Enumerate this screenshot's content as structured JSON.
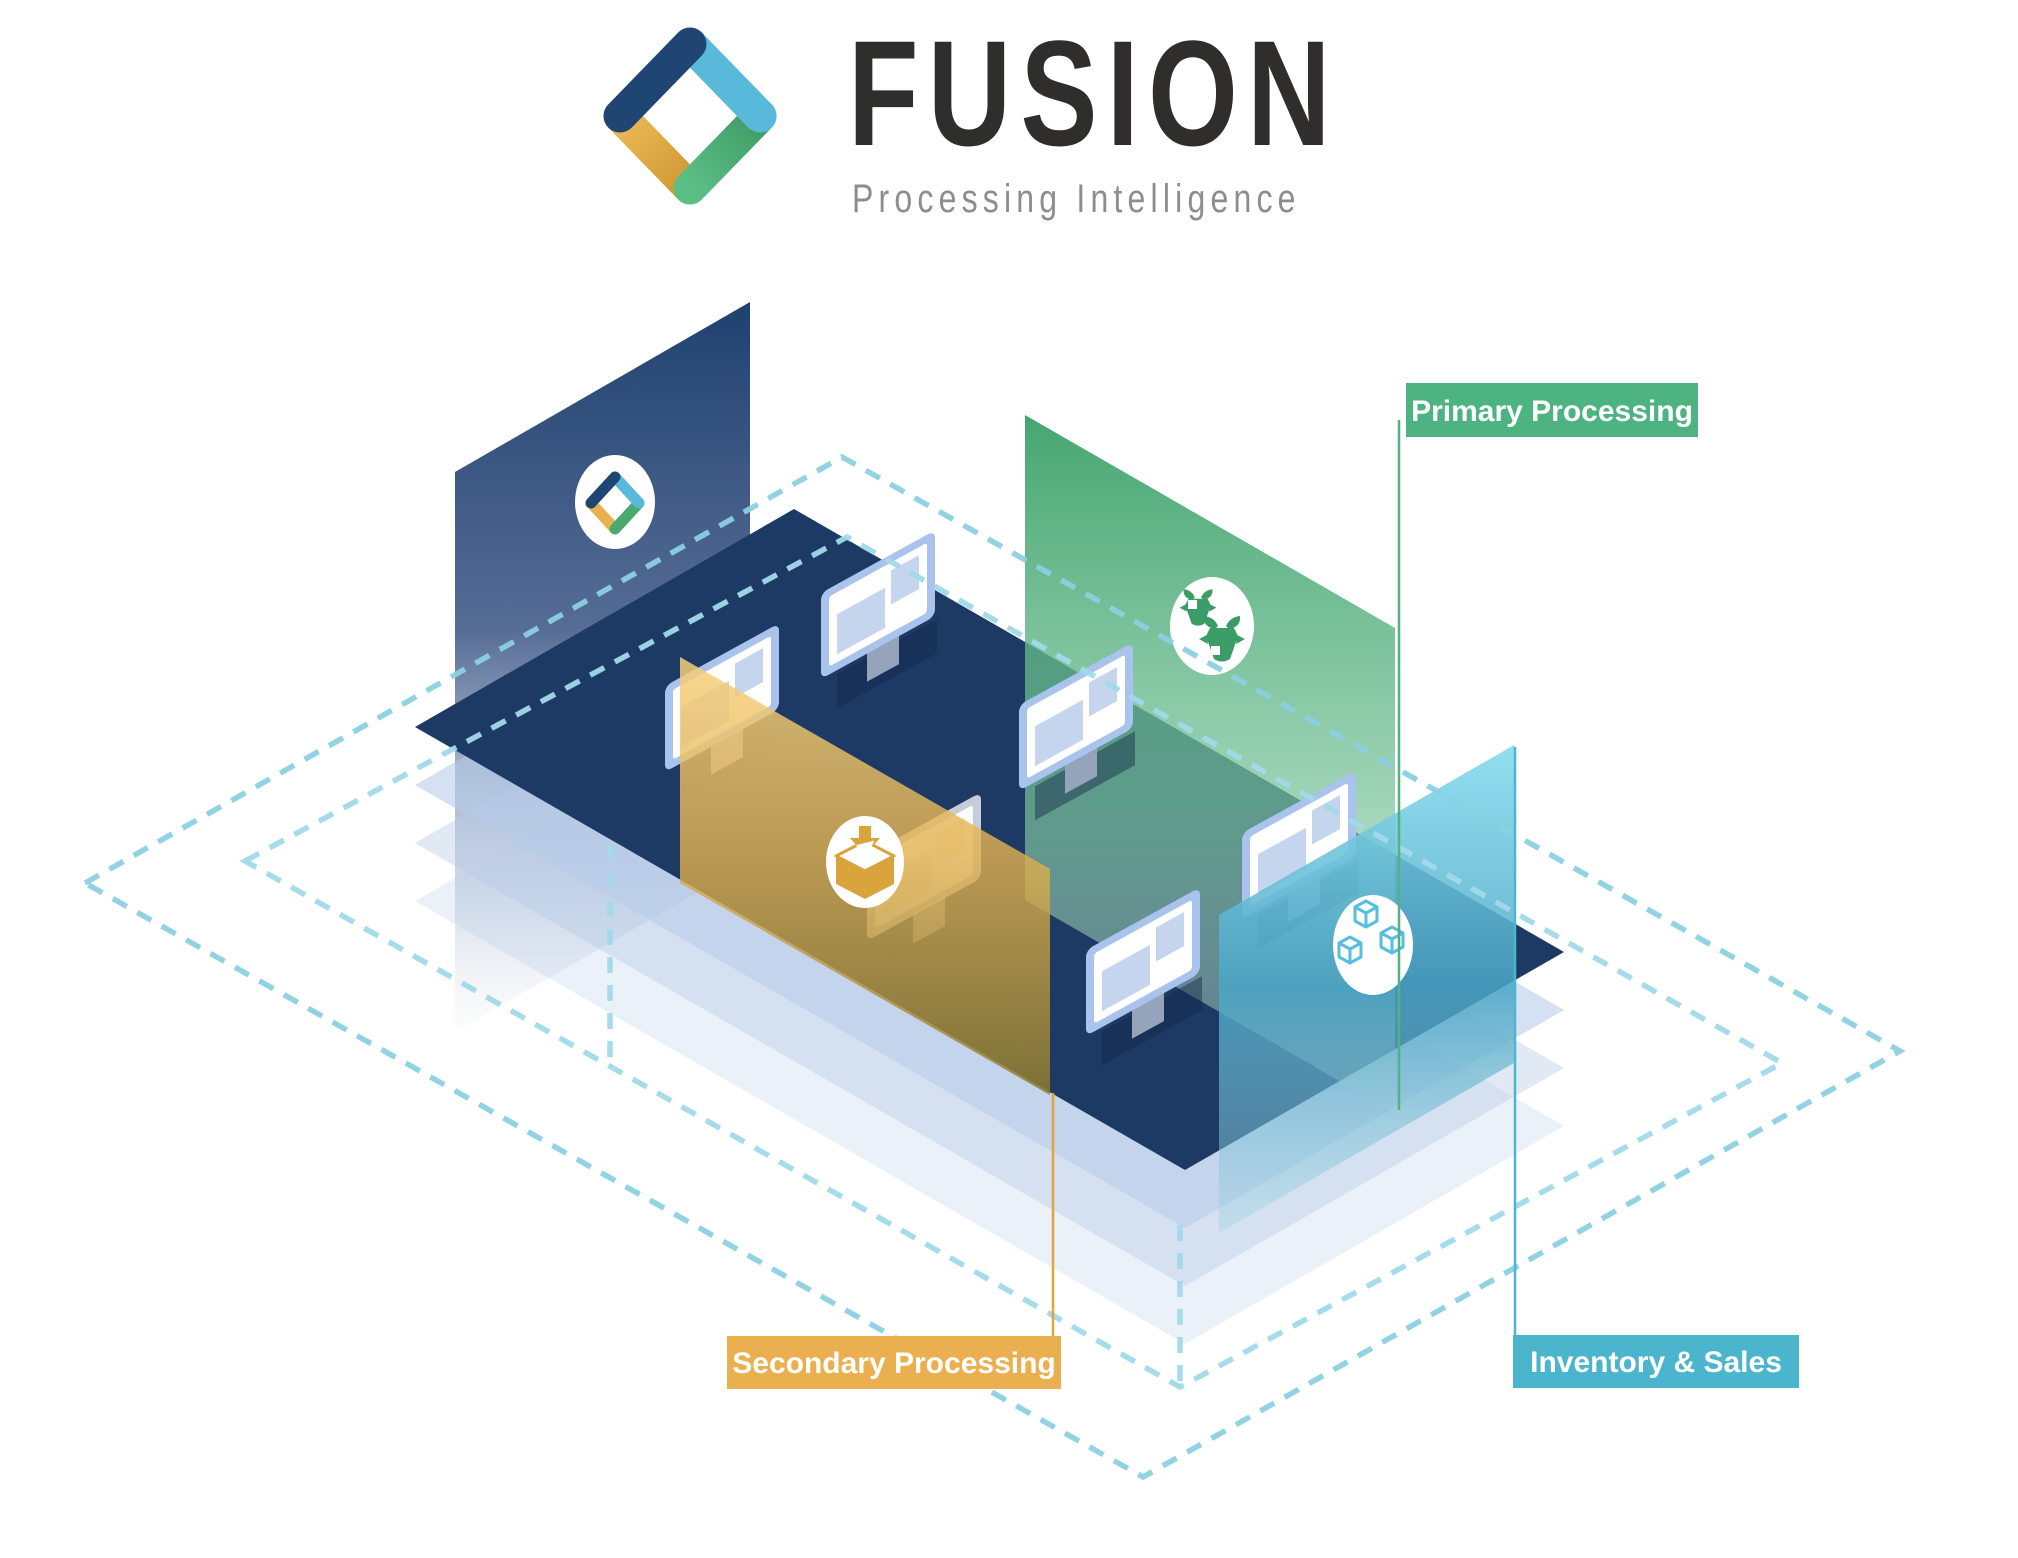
{
  "brand": {
    "name": "FUSION",
    "tagline": "Processing Intelligence"
  },
  "labels": {
    "primary": "Primary Processing",
    "secondary": "Secondary Processing",
    "inventory": "Inventory & Sales"
  },
  "icons": {
    "logo": "fusion-diamond-icon",
    "primary": "cattle-icon",
    "secondary": "package-arrow-icon",
    "inventory": "inventory-cubes-icon"
  },
  "colors": {
    "primary_green": "#4db381",
    "secondary_gold": "#eab04f",
    "inventory_cyan": "#4cb5ce",
    "connector_green": "#54b183",
    "connector_gold": "#e3a33c",
    "connector_cyan": "#4ab7d0",
    "logo_navy": "#1f4573",
    "logo_blue": "#58b9da",
    "logo_green": "#4aa971",
    "logo_yellow": "#e8b14d",
    "floor_navy": "#1c3a64",
    "dash_cyan": "#8cd0e2",
    "brand_text": "#2f2e2d",
    "tagline_gray": "#8d8d8d"
  }
}
